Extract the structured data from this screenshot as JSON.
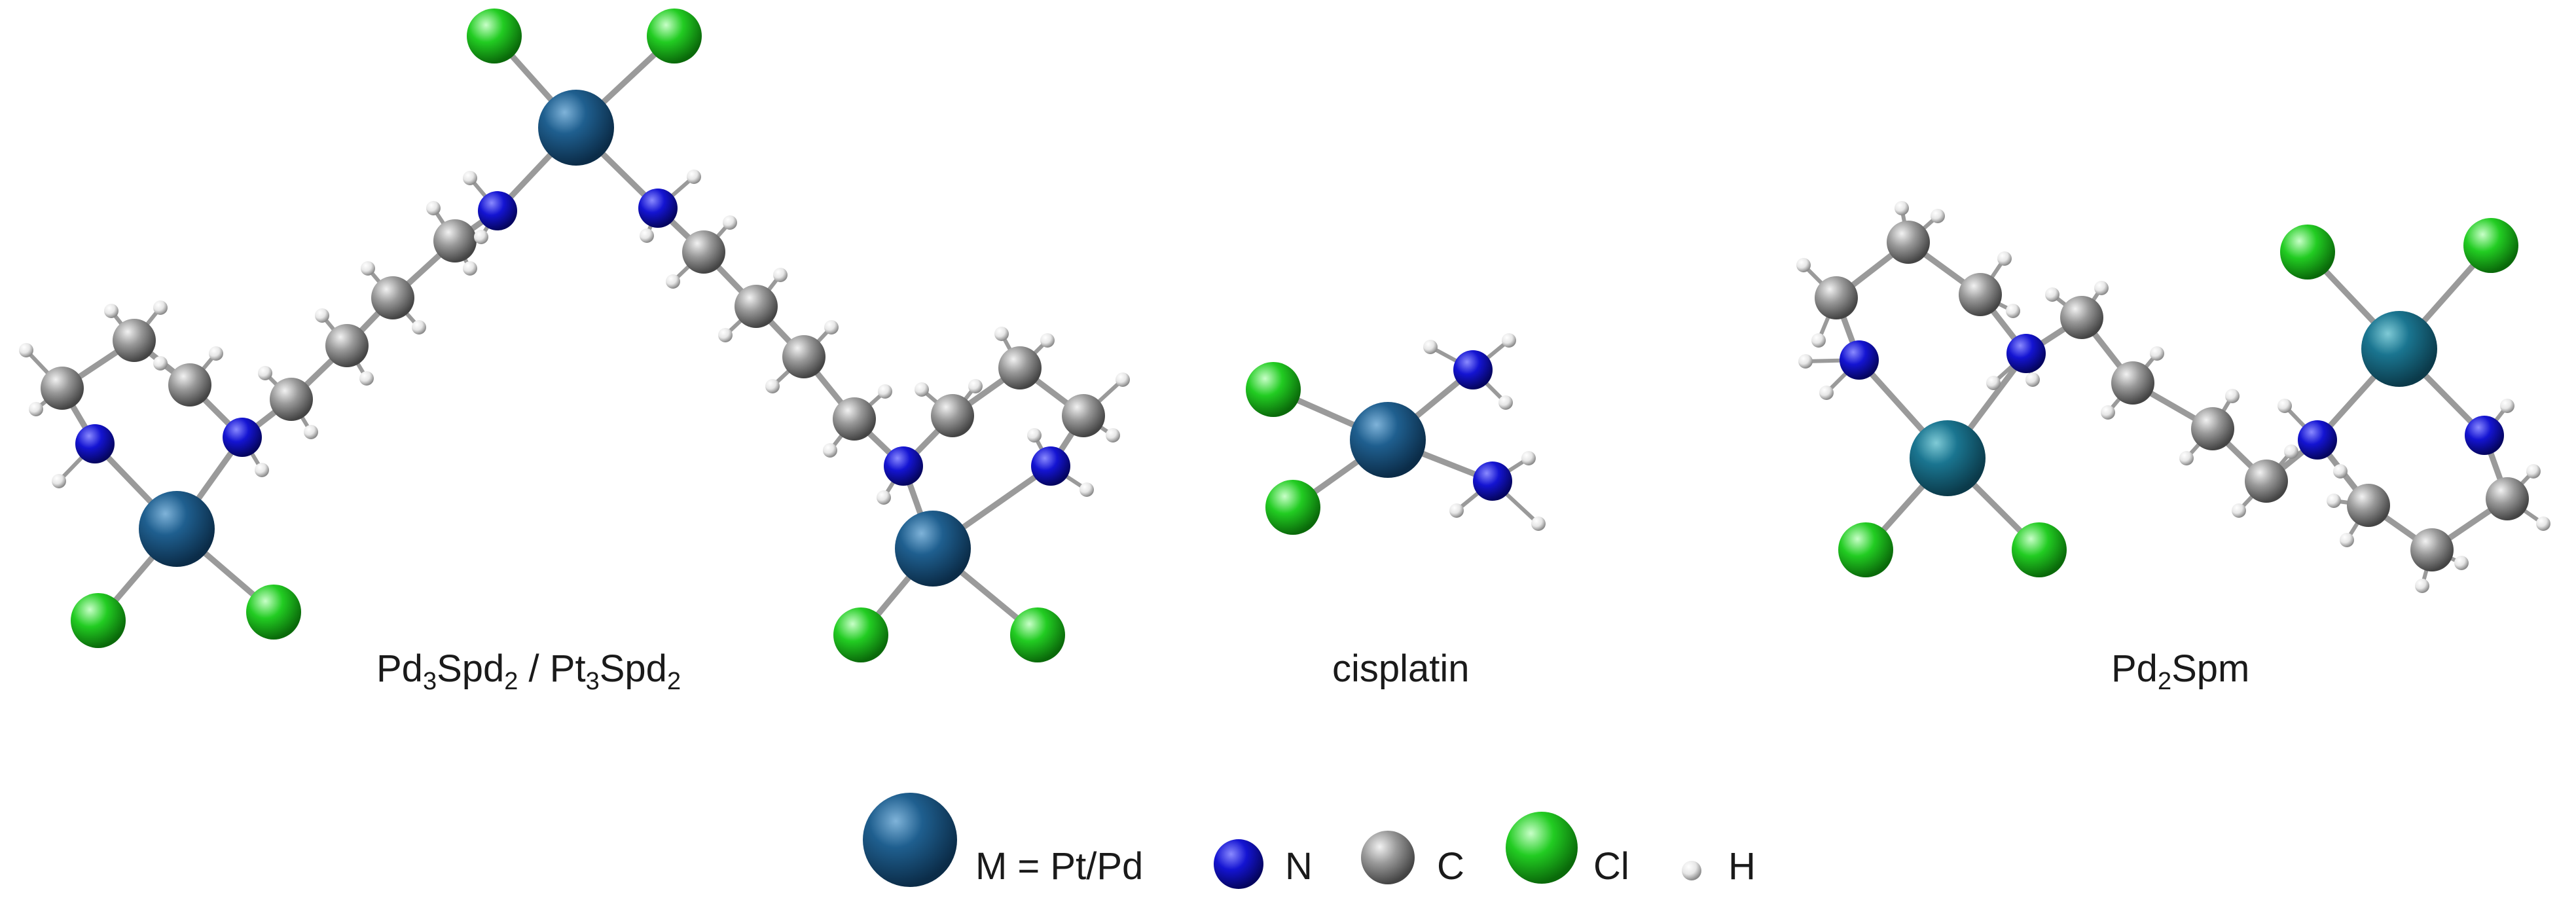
{
  "colors": {
    "metal": "#1f5f8f",
    "metal_dark": "#0f3555",
    "nitrogen": "#1414d2",
    "carbon": "#8c8c8c",
    "chlorine": "#22cc22",
    "hydrogen": "#f0f0f0",
    "bond": "#9a9a9a",
    "text": "#1a1a1a"
  },
  "captions": {
    "trimer": {
      "a": "Pd",
      "a_sub": "3",
      "b": "Spd",
      "b_sub": "2",
      "sep": " / ",
      "c": "Pt",
      "c_sub": "3",
      "d": "Spd",
      "d_sub": "2"
    },
    "cisplatin": "cisplatin",
    "dimer": {
      "a": "Pd",
      "a_sub": "2",
      "b": "Spm"
    }
  },
  "legend": [
    {
      "element": "M",
      "label": "M = Pt/Pd",
      "icon": "metal-atom-icon"
    },
    {
      "element": "N",
      "label": "N",
      "icon": "nitrogen-atom-icon"
    },
    {
      "element": "C",
      "label": "C",
      "icon": "carbon-atom-icon"
    },
    {
      "element": "Cl",
      "label": "Cl",
      "icon": "chlorine-atom-icon"
    },
    {
      "element": "H",
      "label": "H",
      "icon": "hydrogen-atom-icon"
    }
  ]
}
